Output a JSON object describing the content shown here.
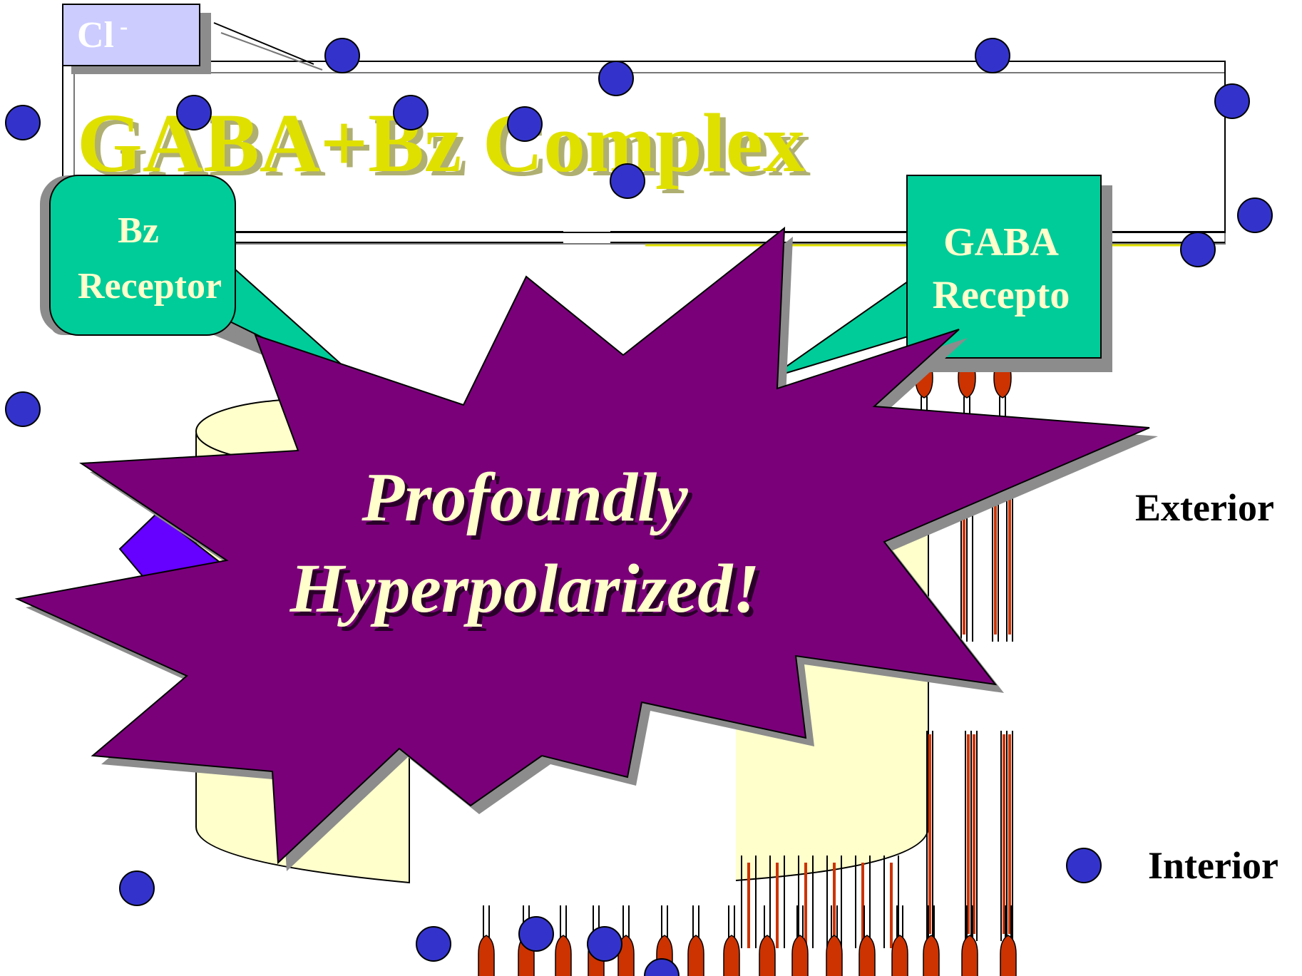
{
  "slide": {
    "title": "GABA+Bz Complex",
    "ion_label": "Cl",
    "ion_charge": "-",
    "bz_receptor_line1": "Bz",
    "bz_receptor_line2": "Receptor",
    "gaba_receptor_line1": "GABA",
    "gaba_receptor_line2": "Recepto",
    "burst_line1": "Profoundly",
    "burst_line2": "Hyperpolarized!",
    "exterior_label": "Exterior",
    "interior_label": "Interior"
  },
  "colors": {
    "title": "#e0e000",
    "callout_green": "#00cc99",
    "burst_purple": "#7a007a",
    "burst_text": "#ffffcc",
    "ion_blue": "#3333cc",
    "channel_cream": "#ffffcc",
    "lipid_orange": "#cc3300",
    "ion_box": "#ccccff",
    "arrow_violet": "#6600ff"
  }
}
